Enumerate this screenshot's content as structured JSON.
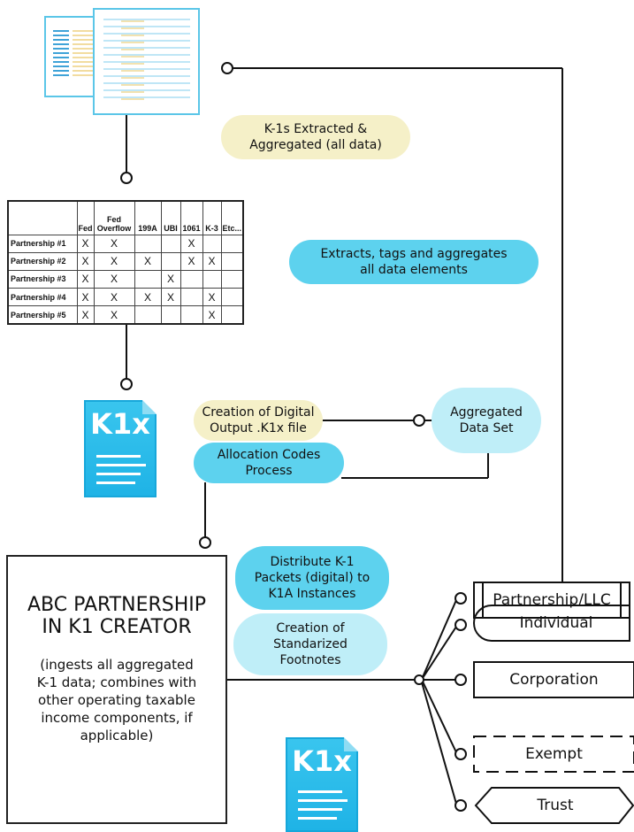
{
  "steps": {
    "extracted": "K-1s Extracted & Aggregated (all data)",
    "tags": "Extracts, tags and aggregates all data elements",
    "digital_output": "Creation of Digital Output .K1x file",
    "allocation": "Allocation Codes Process",
    "aggregated_set": "Aggregated Data Set",
    "distribute": "Distribute K-1 Packets (digital) to K1A Instances",
    "footnotes": "Creation of Standarized Footnotes"
  },
  "steps_lines": {
    "extracted": [
      "K-1s Extracted &",
      "Aggregated (all data)"
    ],
    "tags": [
      "Extracts, tags and aggregates",
      "all data elements"
    ],
    "digital_output": [
      "Creation of Digital",
      "Output .K1x file"
    ],
    "allocation": [
      "Allocation Codes",
      "Process"
    ],
    "aggregated_set": [
      "Aggregated",
      "Data Set"
    ],
    "distribute": [
      "Distribute K-1",
      "Packets (digital) to",
      "K1A Instances"
    ],
    "footnotes": [
      "Creation of",
      "Standarized",
      "Footnotes"
    ]
  },
  "table": {
    "columns": [
      "Fed",
      "Fed Overflow",
      "199A",
      "UBI",
      "1061",
      "K-3",
      "Etc..."
    ],
    "rows": [
      {
        "label": "Partnership #1",
        "cells": [
          "X",
          "X",
          "",
          "",
          "X",
          "",
          ""
        ]
      },
      {
        "label": "Partnership #2",
        "cells": [
          "X",
          "X",
          "X",
          "",
          "X",
          "X",
          ""
        ]
      },
      {
        "label": "Partnership #3",
        "cells": [
          "X",
          "X",
          "",
          "X",
          "",
          "",
          ""
        ]
      },
      {
        "label": "Partnership #4",
        "cells": [
          "X",
          "X",
          "X",
          "X",
          "",
          "X",
          ""
        ]
      },
      {
        "label": "Partnership #5",
        "cells": [
          "X",
          "X",
          "",
          "",
          "",
          "X",
          ""
        ]
      }
    ]
  },
  "k1x_icon_label": "K1x",
  "abc": {
    "title_lines": [
      "ABC PARTNERSHIP",
      "IN K1 CREATOR"
    ],
    "desc_lines": [
      "(ingests all aggregated",
      "K-1 data; combines with",
      "other operating taxable",
      "income components, if",
      "applicable)"
    ]
  },
  "entities": [
    "Partnership/LLC",
    "Individual",
    "Corporation",
    "Exempt",
    "Trust"
  ]
}
